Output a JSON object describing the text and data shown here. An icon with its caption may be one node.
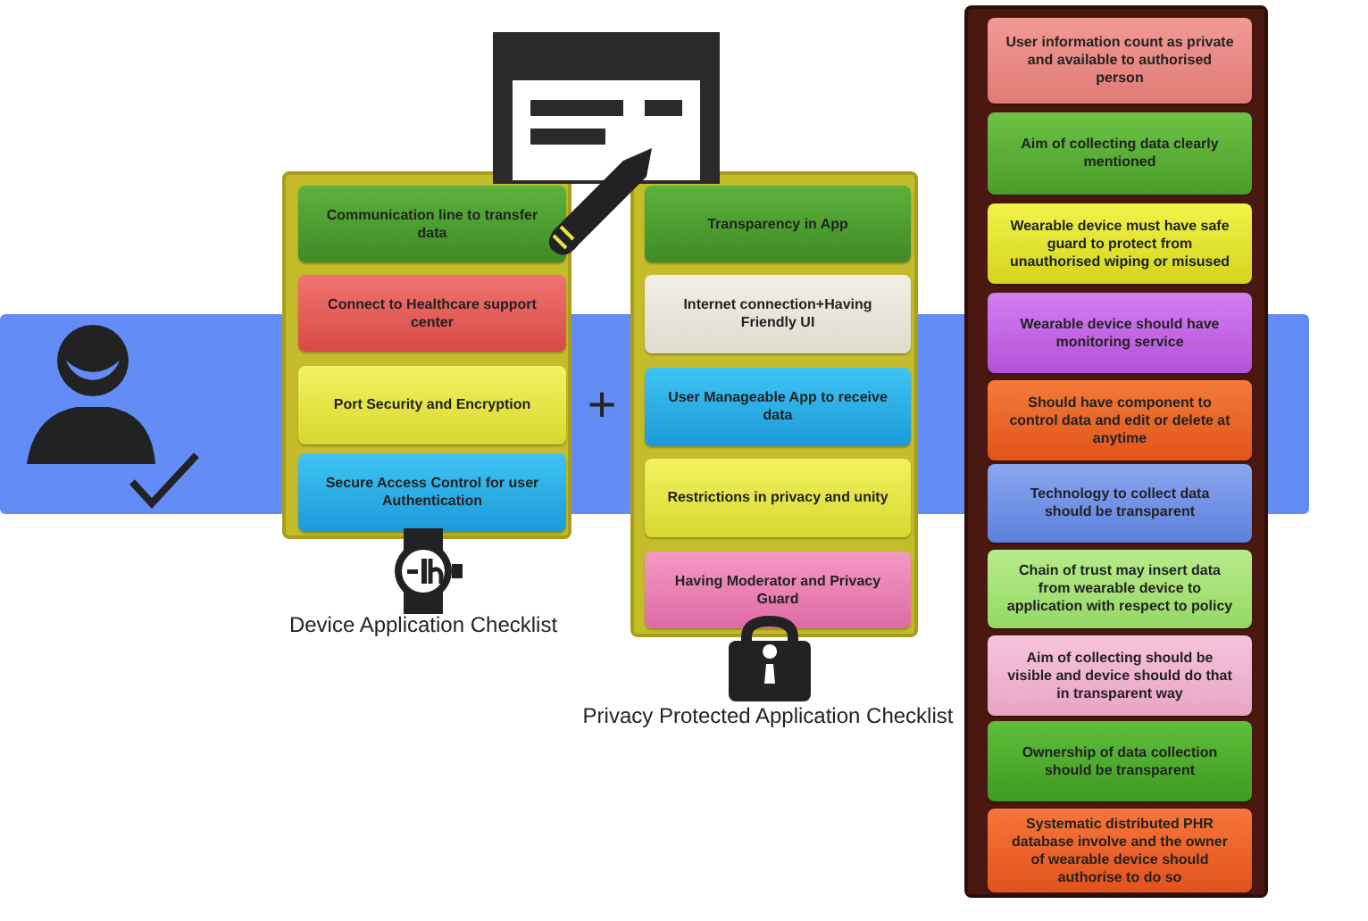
{
  "diagram": {
    "nodes": [
      {
        "text": [],
        "shape": "box",
        "beside": [
          "Device Application Checklist"
        ]
      },
      {
        "text": [
          "Communication line to transfer data"
        ],
        "in": 0
      },
      {
        "text": [
          "Connect to Healthcare support center"
        ],
        "in": 0
      },
      {
        "text": [
          "Port Security and Encryption"
        ],
        "in": 0
      },
      {
        "text": [
          "Secure Access Control for user Authentication"
        ],
        "in": 0
      },
      {
        "text": [],
        "shape": "box"
      },
      {
        "text": [
          "Transparency in App"
        ],
        "in": 5
      },
      {
        "text": [
          "Internet connection+Having Friendly UI"
        ],
        "in": 5
      },
      {
        "text": [
          "User Manageable App to receive data"
        ],
        "in": 5
      },
      {
        "text": [
          "Restrictions in privacy and unity"
        ],
        "in": 5
      },
      {
        "text": [
          "Having Moderator and Privacy Guard"
        ],
        "in": 5
      },
      {
        "text": [],
        "shape": "box"
      },
      {
        "text": [
          "User information count as private and available to authorised person"
        ],
        "in": 11
      },
      {
        "text": [
          "Aim of collecting data clearly mentioned"
        ],
        "in": 11
      },
      {
        "text": [
          "Wearable device must have safe guard to protect from unauthorised wiping or misused"
        ],
        "in": 11
      },
      {
        "text": [
          "Wearable device should have monitoring service"
        ],
        "in": 11
      },
      {
        "text": [
          "Should have component to control data and edit or delete at anytime"
        ],
        "in": 11
      },
      {
        "text": [
          "Technology to collect data should be transparent"
        ],
        "in": 11
      },
      {
        "text": [
          "Chain of trust may insert data from wearable device to application with respect to policy"
        ],
        "in": 11
      },
      {
        "text": [
          "Aim of collecting should be visible and device should do that in transparent way"
        ],
        "in": 11
      },
      {
        "text": [
          "Ownership of data collection should be transparent"
        ],
        "in": 11
      },
      {
        "text": [
          "Systematic distributed PHR database involve and the owner of wearable device should authorise to do so"
        ],
        "in": 11
      }
    ],
    "edges": [],
    "labels": [
      "+",
      "Privacy Protected Application Checklist"
    ]
  }
}
